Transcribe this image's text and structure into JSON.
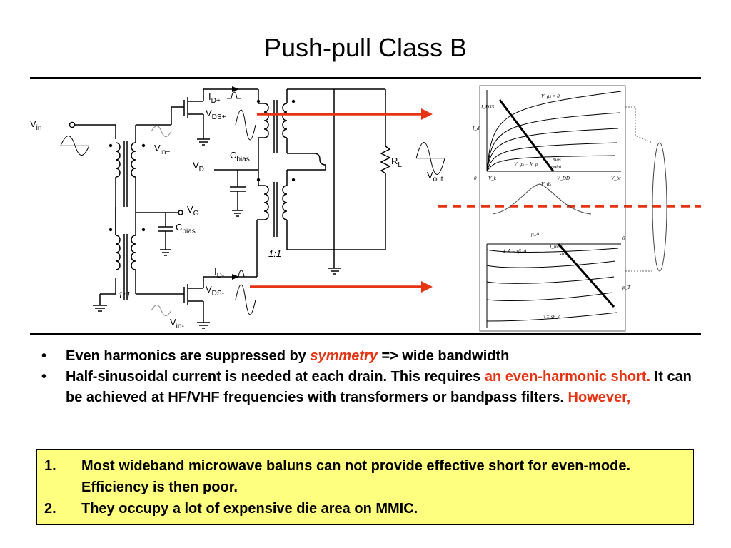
{
  "title": "Push-pull Class B",
  "circuit": {
    "labels": {
      "vin": {
        "main": "V",
        "sub": "in"
      },
      "vin_plus": {
        "main": "V",
        "sub": "in+"
      },
      "vin_minus": {
        "main": "V",
        "sub": "in-"
      },
      "id_plus": {
        "main": "I",
        "sub": "D+"
      },
      "vds_plus": {
        "main": "V",
        "sub": "DS+"
      },
      "id_minus": {
        "main": "I",
        "sub": "D-"
      },
      "vds_minus": {
        "main": "V",
        "sub": "DS-"
      },
      "vd": {
        "main": "V",
        "sub": "D"
      },
      "vg": {
        "main": "V",
        "sub": "G"
      },
      "cbias_top": {
        "main": "C",
        "sub": "bias"
      },
      "cbias_bottom": {
        "main": "C",
        "sub": "bias"
      },
      "rl": {
        "main": "R",
        "sub": "L"
      },
      "vout": {
        "main": "V",
        "sub": "out"
      },
      "ratio_left": "1:1",
      "ratio_right": "1:1"
    }
  },
  "plot": {
    "top_labels": [
      "V_gs = 0",
      "I_DSS",
      "I_d",
      "V_gs = V_p",
      "bias",
      "point",
      "0",
      "V_k",
      "V_DD",
      "V_br",
      "V_ds"
    ],
    "bottom_labels": [
      "I_med",
      "sinq",
      "d_A = sβ_A",
      "p_A",
      "p_T",
      "0 = sβ_A",
      "0"
    ]
  },
  "bullets": [
    {
      "parts": [
        {
          "text": "Even harmonics are suppressed by ",
          "style": "normal"
        },
        {
          "text": "symmetry",
          "style": "red-italic"
        },
        {
          "text": " => wide bandwidth",
          "style": "normal"
        }
      ]
    },
    {
      "parts": [
        {
          "text": "Half-sinusoidal current is needed at each drain. This requires ",
          "style": "normal"
        },
        {
          "text": "an even-harmonic short.",
          "style": "red"
        },
        {
          "text": " It can be achieved at HF/VHF frequencies with transformers or bandpass filters. ",
          "style": "normal"
        },
        {
          "text": "However,",
          "style": "red"
        }
      ]
    }
  ],
  "box": {
    "items": [
      {
        "num": "1.",
        "text": "Most wideband microwave baluns can not provide effective short for even-mode.  Efficiency is then poor."
      },
      {
        "num": "2.",
        "text": "They occupy a lot of expensive die area on MMIC."
      }
    ]
  },
  "colors": {
    "accent_red": "#e63312",
    "box_fill": "#ffff7f",
    "arrow": "#e63312"
  }
}
